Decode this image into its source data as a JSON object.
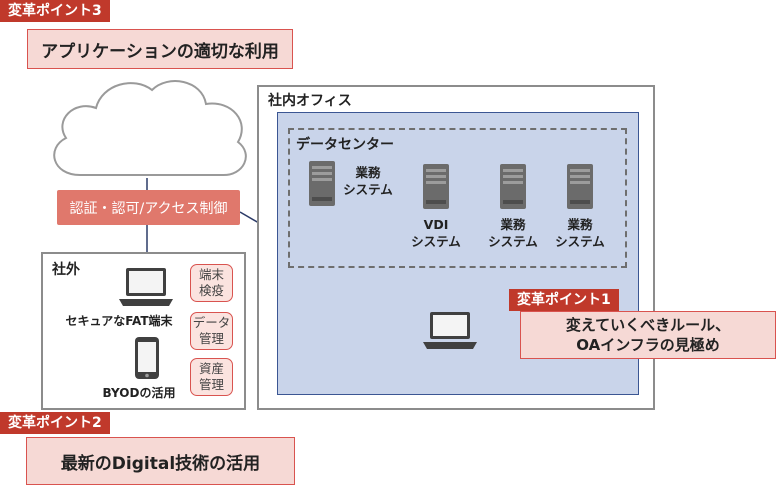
{
  "point3": {
    "tag": "変革ポイント3",
    "text": "アプリケーションの適切な利用"
  },
  "point2": {
    "tag": "変革ポイント2",
    "text": "最新のDigital技術の活用"
  },
  "point1": {
    "tag": "変革ポイント1",
    "line1": "変えていくべきルール、",
    "line2": "OAインフラの見極め"
  },
  "auth_box": "認証・認可/アクセス制御",
  "office": {
    "label": "社内オフィス",
    "datacenter": {
      "label": "データセンター",
      "systems": [
        {
          "line1": "業務",
          "line2": "システム"
        },
        {
          "line1": "VDI",
          "line2": "システム"
        },
        {
          "line1": "業務",
          "line2": "システム"
        },
        {
          "line1": "業務",
          "line2": "システム"
        }
      ]
    }
  },
  "outside": {
    "label": "社外",
    "laptop_caption": "セキュアなFAT端末",
    "phone_caption": "BYODの活用",
    "pills": [
      {
        "line1": "端末",
        "line2": "検疫"
      },
      {
        "line1": "データ",
        "line2": "管理"
      },
      {
        "line1": "資産",
        "line2": "管理"
      }
    ]
  },
  "colors": {
    "accent": "#c0392b",
    "callout_fill": "#f6d9d5",
    "datacenter_fill": "#c9d4ea",
    "line": "#2b3a67"
  }
}
